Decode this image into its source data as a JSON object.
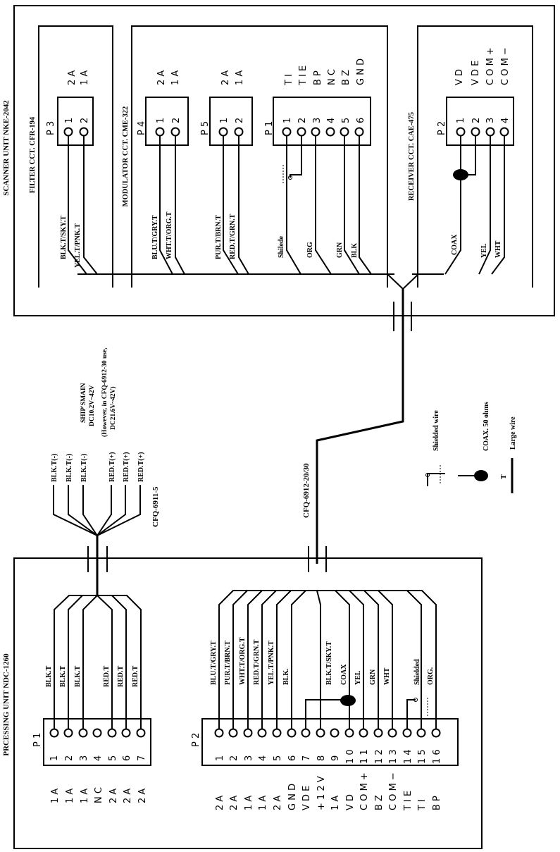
{
  "scanner_unit": {
    "title": "SCANNER UNIT  NKE-2042",
    "filter": {
      "title": "FILTER CCT. CFR-194",
      "connector": "P 3",
      "pins": [
        "1",
        "2"
      ],
      "signals": [
        "2 A",
        "1 A"
      ],
      "wires": [
        "BLK.T/SKY.T",
        "YEL.T/PNK.T"
      ]
    },
    "modulator": {
      "title": "MODULATOR CCT. CME-322",
      "p4": {
        "connector": "P 4",
        "pins": [
          "1",
          "2"
        ],
        "signals": [
          "2 A",
          "1 A"
        ],
        "wires": [
          "BLU.T/GRY.T",
          "WHT.T/ORG.T"
        ]
      },
      "p5": {
        "connector": "P 5",
        "pins": [
          "1",
          "2"
        ],
        "signals": [
          "2 A",
          "1 A"
        ],
        "wires": [
          "PUR.T/BRN.T",
          "RED.T/GRN.T"
        ]
      },
      "p1": {
        "connector": "P 1",
        "pins": [
          "1",
          "2",
          "3",
          "4",
          "5",
          "6"
        ],
        "signals": [
          "T I",
          "T I E",
          "B P",
          "N C",
          "B Z",
          "G N D"
        ],
        "wires": [
          "Shilede",
          "ORG",
          "GRN",
          "BLK"
        ]
      }
    },
    "receiver": {
      "title": "RECEIVER CCT. CAE-475",
      "connector": "P 2",
      "pins": [
        "1",
        "2",
        "3",
        "4"
      ],
      "signals": [
        "V D",
        "V D E",
        "C O M +",
        "C O M −"
      ],
      "wires": [
        "COAX",
        "YEL",
        "WHT"
      ]
    }
  },
  "cables": {
    "main": "CFQ-6912-20/30",
    "power": "CFQ-6911-5"
  },
  "power_wires": [
    "BLK.T(-)",
    "BLK.T(-)",
    "BLK.T(-)",
    "RED.T(+)",
    "RED.T(+)",
    "RED.T(+)"
  ],
  "power_note": [
    "SHIP'SMAIN",
    "DC10.2V~42V",
    "(However, in CFQ-6912-30 use,",
    "DC21.6V~42V)"
  ],
  "legend": {
    "shielded": "Shielded wire",
    "coax": "COAX.  50 ohms",
    "large_wire": "Large wire",
    "large_wire_symbol": "T"
  },
  "processing_unit": {
    "title": "PRCESSING UNIT  NDC-1260",
    "p1": {
      "connector": "P 1",
      "pins": [
        "1",
        "2",
        "3",
        "4",
        "5",
        "6",
        "7"
      ],
      "signals": [
        "1 A",
        "1 A",
        "1 A",
        "N C",
        "2 A",
        "2 A",
        "2 A"
      ],
      "wires": [
        "BLK.T",
        "BLK.T",
        "BLK.T",
        "RED.T",
        "RED.T",
        "RED.T"
      ]
    },
    "p2": {
      "connector": "P 2",
      "pins": [
        "1",
        "2",
        "3",
        "4",
        "5",
        "6",
        "7",
        "8",
        "9",
        "1 0",
        "1 1",
        "1 2",
        "1 3",
        "1 4",
        "1 5",
        "1 6"
      ],
      "signals": [
        "2 A",
        "2 A",
        "1 A",
        "1 A",
        "2 A",
        "G N D",
        "V D E",
        "+ 1 2 V",
        "1 A",
        "V D",
        "C O M +",
        "B Z",
        "C O M −",
        "T I E",
        "T I",
        "B P"
      ],
      "wires": [
        "BLU.T/GRY.T",
        "PUR.T/BRN.T",
        "WHT.T/ORG.T",
        "RED.T/GRN.T",
        "YEL.T/PNK.T",
        "BLK.",
        "BLK.T/SKY.T",
        "COAX",
        "YEL",
        "GRN",
        "WHT",
        "Shielded",
        "ORG."
      ]
    }
  }
}
